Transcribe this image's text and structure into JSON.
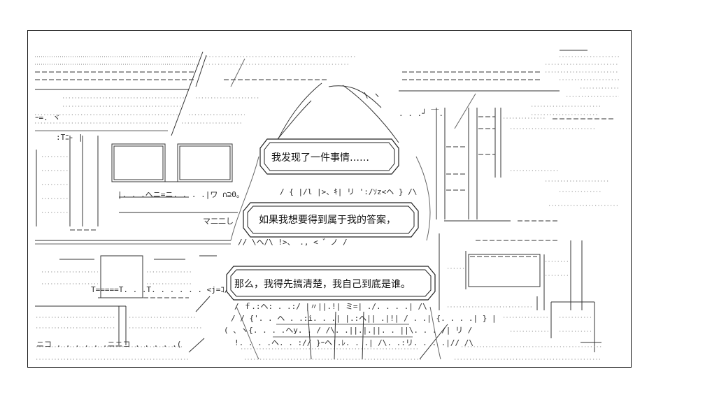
{
  "speech_bubbles": [
    {
      "text": "我发现了一件事情……"
    },
    {
      "text": "如果我想要得到属于我的答案，"
    },
    {
      "text": "那么，我得先搞清楚，我自己到底是谁。"
    }
  ],
  "colors": {
    "background": "#ffffff",
    "ink": "#222222",
    "dots": "#8a8a8a"
  }
}
